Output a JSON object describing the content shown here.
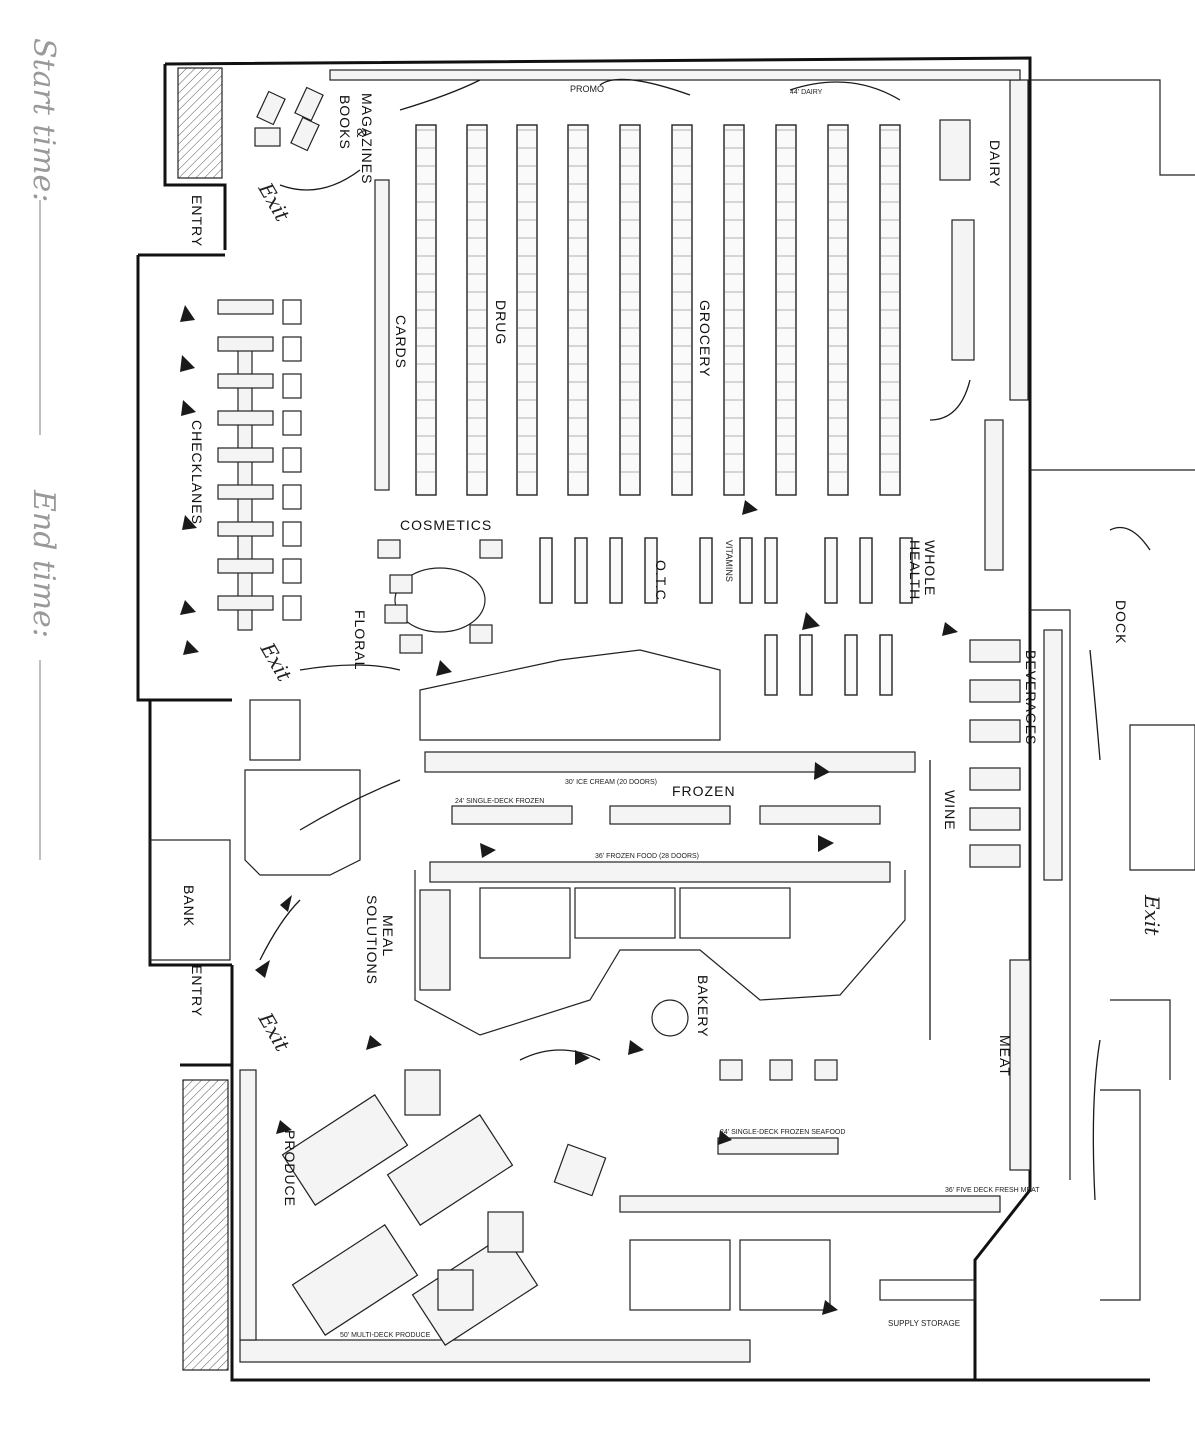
{
  "handwritten": {
    "start_time": "Start time:",
    "end_time": "End time:",
    "exit": "Exit"
  },
  "labels": {
    "books_magazines": [
      "BOOKS",
      "&",
      "MAGAZINES"
    ],
    "dairy": "DAIRY",
    "cards": "CARDS",
    "drug": "DRUG",
    "grocery": "GROCERY",
    "cosmetics": "COSMETICS",
    "otc": "O.T.C",
    "vitamins": "VITAMINS",
    "whole_health": [
      "WHOLE",
      "HEALTH"
    ],
    "floral": "FLORAL",
    "checklanes": "CHECKLANES",
    "entry": "ENTRY",
    "bank": "BANK",
    "frozen": "FROZEN",
    "beverages": "BEVERAGES",
    "wine": "WINE",
    "dock": "DOCK",
    "meal_solutions": [
      "MEAL",
      "SOLUTIONS"
    ],
    "bakery": "BAKERY",
    "meat": "MEAT",
    "produce": "PRODUCE",
    "promo": "PROMO",
    "supply_storage": "SUPPLY STORAGE"
  },
  "fixture_notes": {
    "ice_cream": "30' ICE CREAM (20 DOORS)",
    "single_deck_frozen": "24' SINGLE-DECK FROZEN",
    "frozen_food": "36' FROZEN FOOD (28 DOORS)",
    "frozen_seafood": "24' SINGLE-DECK FROZEN SEAFOOD",
    "multi_deck_produce": "50' MULTI-DECK PRODUCE",
    "fresh_meat": "36' FIVE DECK FRESH MEAT",
    "dairy_cooler": "44' DAIRY"
  }
}
